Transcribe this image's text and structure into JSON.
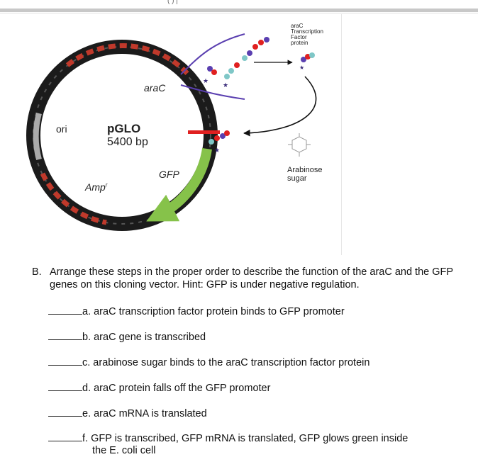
{
  "top_mark": "( ) |",
  "diagram": {
    "plasmid_name": "pGLO",
    "plasmid_size": "5400 bp",
    "genes": {
      "arac": "araC",
      "gfp": "GFP",
      "amp": "Amp",
      "amp_superscript": "r",
      "ori": "ori"
    },
    "factor_label": [
      "araC",
      "Transcription",
      "Factor",
      "protein"
    ],
    "sugar_label": [
      "Arabinose",
      "sugar"
    ],
    "colors": {
      "ring": "#1b1b1b",
      "gfp_arrow": "#86c24a",
      "red": "#e02020",
      "purple": "#5a3fb0"
    }
  },
  "question": {
    "number": "B.",
    "text": "Arrange these steps in the proper order to describe the function of the araC and the GFP genes on this cloning vector.  Hint: GFP is under negative regulation."
  },
  "steps": [
    {
      "text": "a. araC transcription factor protein binds to GFP promoter"
    },
    {
      "text": "b. araC gene is transcribed"
    },
    {
      "text": "c. arabinose sugar binds to the araC transcription factor protein"
    },
    {
      "text": "d. araC protein falls off the GFP promoter"
    },
    {
      "text": "e. araC mRNA is translated"
    },
    {
      "text": "f. GFP is transcribed, GFP mRNA is translated, GFP glows green inside",
      "continuation": "the E. coli cell"
    }
  ]
}
